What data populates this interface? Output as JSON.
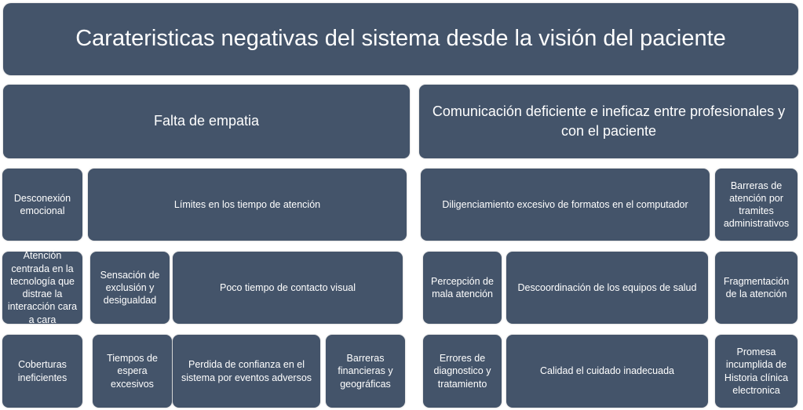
{
  "title": "Carateristicas negativas del sistema desde la visión del paciente",
  "categories": {
    "empatia": "Falta de empatia",
    "comunicacion": "Comunicación deficiente e ineficaz entre profesionales y con el paciente"
  },
  "items": {
    "desconexion": "Desconexión emocional",
    "limites": "Límites en los tiempo de atención",
    "atencion_tecnologia": "Atención centrada en la tecnología que distrae la interacción cara a cara",
    "sensacion": "Sensación de exclusión y desigualdad",
    "poco_tiempo": "Poco tiempo de contacto visual",
    "coberturas": "Coberturas ineficientes",
    "tiempos_espera": "Tiempos de espera excesivos",
    "perdida_confianza": "Perdida de confianza en el sistema por eventos adversos",
    "barreras_financieras": "Barreras financieras y geográficas",
    "diligenciamiento": "Diligenciamiento excesivo de formatos en el computador",
    "barreras_tramites": "Barreras de atención por tramites administrativos",
    "percepcion": "Percepción de mala atención",
    "descoordinacion": "Descoordinación de los equipos de salud",
    "fragmentacion": "Fragmentación de la atención",
    "errores": "Errores de diagnostico y tratamiento",
    "calidad": "Calidad el cuidado inadecuada",
    "promesa": "Promesa incumplida de Historia clínica electronica"
  },
  "colors": {
    "box": "#44546a",
    "text": "#ffffff"
  }
}
